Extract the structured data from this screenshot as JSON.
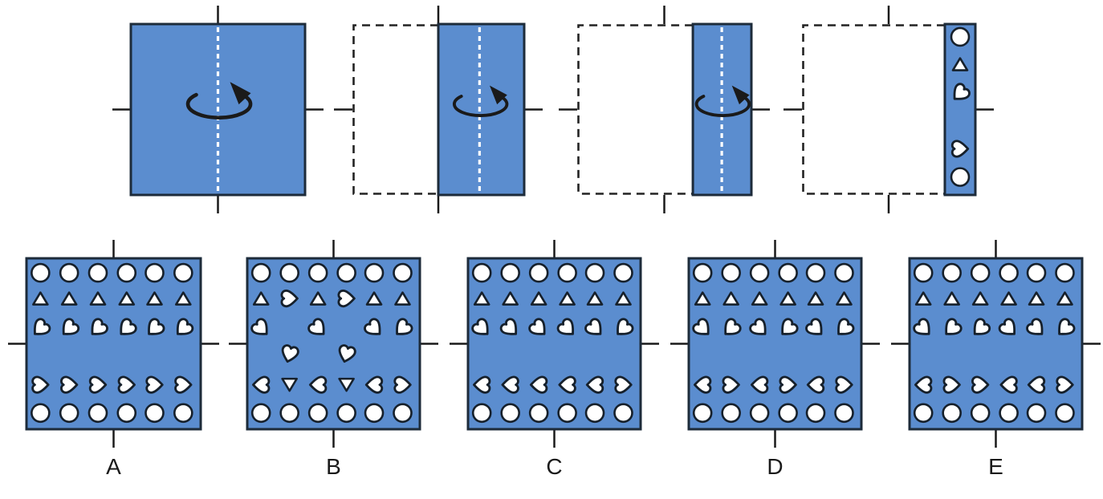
{
  "colors": {
    "paper_blue": "#5b8dcf",
    "outline_dark": "#1d2b3a",
    "symbol_fill": "#ffffff",
    "symbol_stroke": "#16202b",
    "arrow_black": "#1a1a1a",
    "fold_line_white": "#ffffff",
    "dashed_outline": "#222222",
    "label_color": "#1a1a1a",
    "background": "#ffffff"
  },
  "fold_steps": [
    {
      "step": 1,
      "blue_from": 0.0,
      "fold_line": 0.5,
      "has_arrow": true,
      "strip_symbols": []
    },
    {
      "step": 2,
      "blue_from": 0.5,
      "fold_line": 0.74,
      "has_arrow": true,
      "strip_symbols": []
    },
    {
      "step": 3,
      "blue_from": 0.664,
      "fold_line": 0.83,
      "has_arrow": true,
      "strip_symbols": []
    },
    {
      "step": 4,
      "blue_from": 0.824,
      "fold_line": null,
      "has_arrow": false,
      "strip_symbols": [
        {
          "shape": "c",
          "y": 0.075
        },
        {
          "shape": "t",
          "y": 0.235
        },
        {
          "shape": "h45",
          "y": 0.405
        },
        {
          "shape": "h-90",
          "y": 0.73
        },
        {
          "shape": "c",
          "y": 0.895
        }
      ]
    }
  ],
  "punch_columns": [
    0.08,
    0.245,
    0.41,
    0.575,
    0.735,
    0.9
  ],
  "options": [
    {
      "label": "A",
      "rows": [
        {
          "y": 0.085,
          "cells": [
            "c",
            "c",
            "c",
            "c",
            "c",
            "c"
          ]
        },
        {
          "y": 0.235,
          "cells": [
            "t",
            "t",
            "t",
            "t",
            "t",
            "t"
          ]
        },
        {
          "y": 0.41,
          "cells": [
            "h45",
            "h45",
            "h45",
            "h45",
            "h45",
            "h45"
          ]
        },
        {
          "y": 0.74,
          "cells": [
            "h-90",
            "h-90",
            "h-90",
            "h-90",
            "h-90",
            "h-90"
          ]
        },
        {
          "y": 0.905,
          "cells": [
            "c",
            "c",
            "c",
            "c",
            "c",
            "c"
          ]
        }
      ]
    },
    {
      "label": "B",
      "rows": [
        {
          "y": 0.085,
          "cells": [
            "c",
            "c",
            "c",
            "c",
            "c",
            "c"
          ]
        },
        {
          "y": 0.235,
          "cells": [
            "t",
            "h-90",
            "t",
            "h-90",
            "t",
            "t"
          ]
        },
        {
          "y": 0.41,
          "cells": [
            "h-45",
            "",
            "h-45",
            "",
            "h-45",
            "h45"
          ]
        },
        {
          "y": 0.56,
          "cells": [
            "",
            "h15",
            "",
            "h15",
            "",
            ""
          ]
        },
        {
          "y": 0.74,
          "cells": [
            "h90",
            "td",
            "h90",
            "td",
            "h90",
            "h-90"
          ]
        },
        {
          "y": 0.905,
          "cells": [
            "c",
            "c",
            "c",
            "c",
            "c",
            "c"
          ]
        }
      ]
    },
    {
      "label": "C",
      "rows": [
        {
          "y": 0.085,
          "cells": [
            "c",
            "c",
            "c",
            "c",
            "c",
            "c"
          ]
        },
        {
          "y": 0.235,
          "cells": [
            "t",
            "t",
            "t",
            "t",
            "t",
            "t"
          ]
        },
        {
          "y": 0.41,
          "cells": [
            "h-45",
            "h-45",
            "h-45",
            "h-45",
            "h-45",
            "h45"
          ]
        },
        {
          "y": 0.74,
          "cells": [
            "h90",
            "h90",
            "h90",
            "h90",
            "h90",
            "h-90"
          ]
        },
        {
          "y": 0.905,
          "cells": [
            "c",
            "c",
            "c",
            "c",
            "c",
            "c"
          ]
        }
      ]
    },
    {
      "label": "D",
      "rows": [
        {
          "y": 0.085,
          "cells": [
            "c",
            "c",
            "c",
            "c",
            "c",
            "c"
          ]
        },
        {
          "y": 0.235,
          "cells": [
            "t",
            "t",
            "t",
            "t",
            "t",
            "t"
          ]
        },
        {
          "y": 0.41,
          "cells": [
            "h-45",
            "h45",
            "h-45",
            "h45",
            "h-45",
            "h45"
          ]
        },
        {
          "y": 0.74,
          "cells": [
            "h90",
            "h-90",
            "h90",
            "h-90",
            "h90",
            "h-90"
          ]
        },
        {
          "y": 0.905,
          "cells": [
            "c",
            "c",
            "c",
            "c",
            "c",
            "c"
          ]
        }
      ]
    },
    {
      "label": "E",
      "rows": [
        {
          "y": 0.085,
          "cells": [
            "c",
            "c",
            "c",
            "c",
            "c",
            "c"
          ]
        },
        {
          "y": 0.235,
          "cells": [
            "t",
            "t",
            "t",
            "t",
            "t",
            "t"
          ]
        },
        {
          "y": 0.41,
          "cells": [
            "h-45",
            "h45",
            "h45",
            "h-45",
            "h-45",
            "h45"
          ]
        },
        {
          "y": 0.74,
          "cells": [
            "h90",
            "h-90",
            "h-90",
            "h90",
            "h90",
            "h-90"
          ]
        },
        {
          "y": 0.905,
          "cells": [
            "c",
            "c",
            "c",
            "c",
            "c",
            "c"
          ]
        }
      ]
    }
  ],
  "symbol_legend": {
    "c": "circle",
    "t": "triangle-up",
    "td": "triangle-down",
    "h45": "heart-point-lower-left",
    "h-45": "heart-point-lower-right",
    "h90": "heart-point-left",
    "h-90": "heart-point-right",
    "h15": "heart-point-down"
  }
}
